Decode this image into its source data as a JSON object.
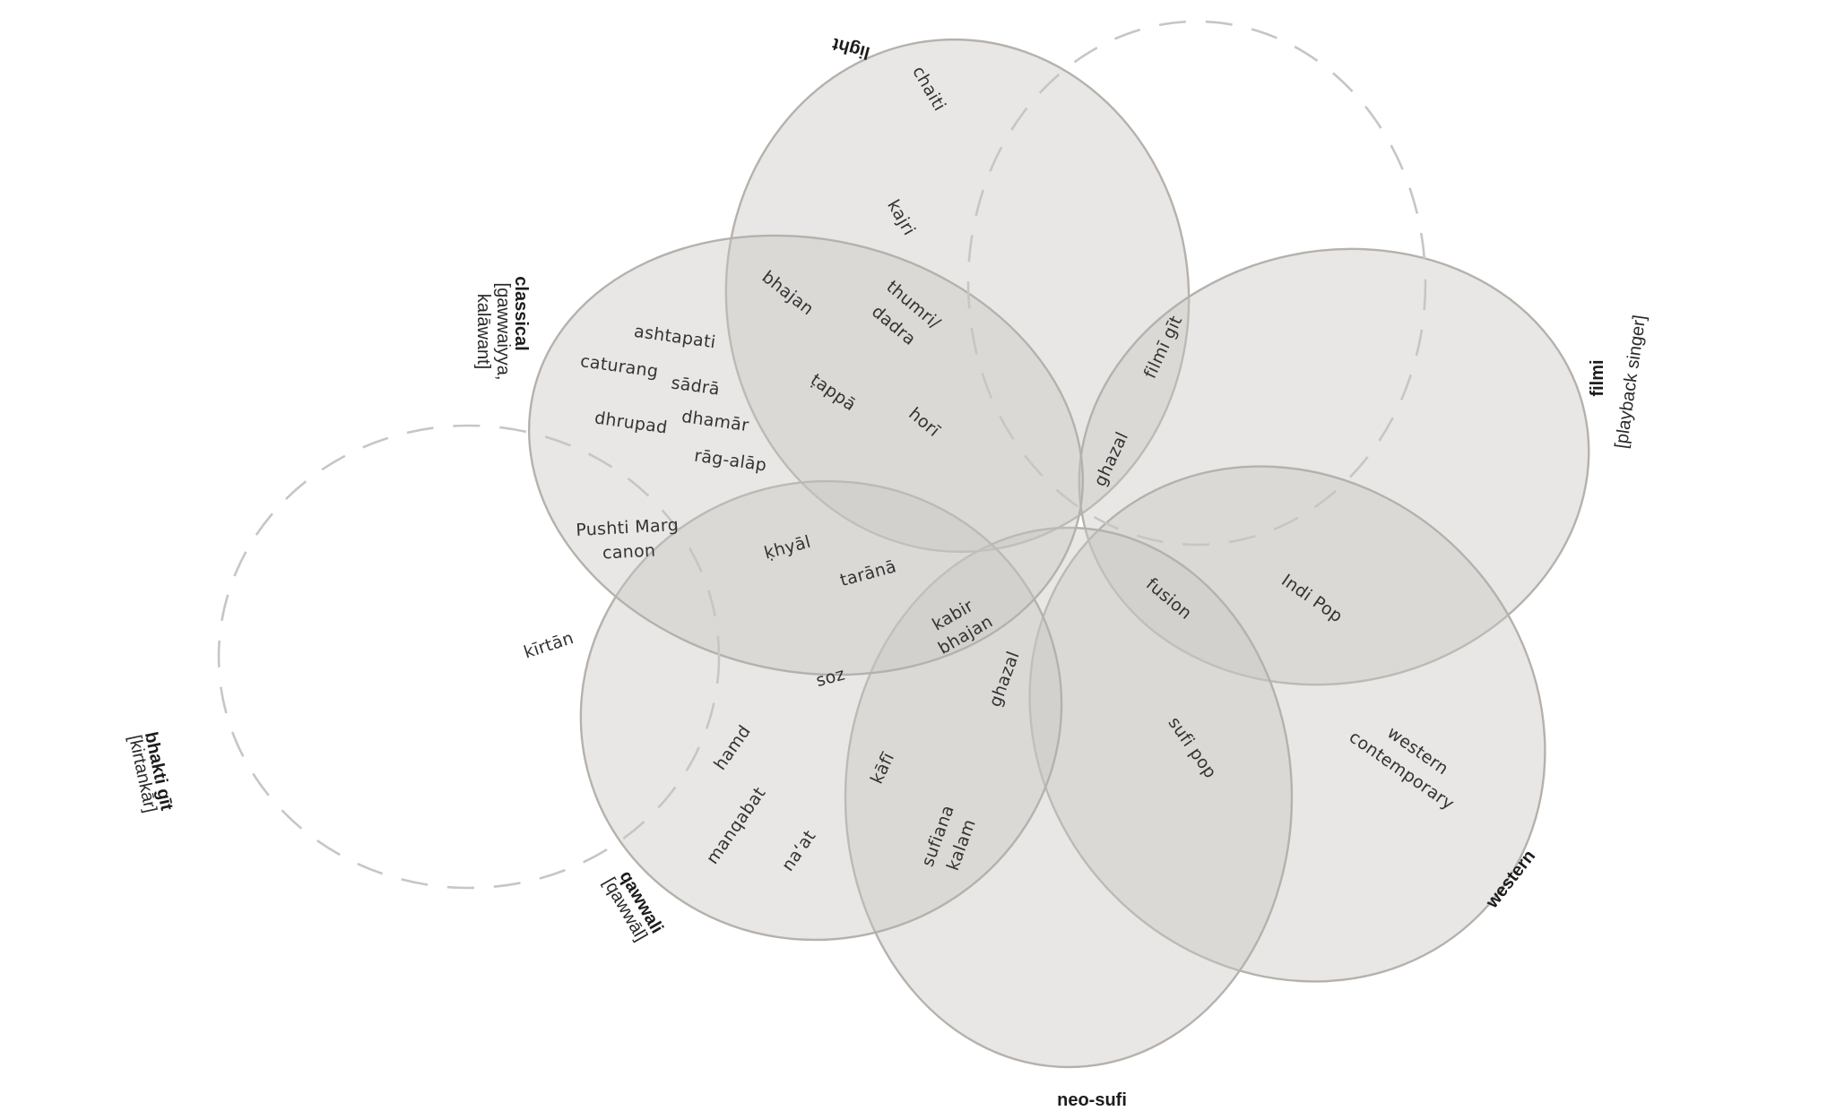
{
  "diagram": {
    "colors": {
      "petal_fill": "#c9c5c0",
      "petal_stroke": "#b5b1ac",
      "dashed_stroke": "#c6c6c6",
      "text": "#333333"
    },
    "categories": [
      {
        "id": "light",
        "name": "light",
        "sub": ""
      },
      {
        "id": "classical",
        "name": "classical",
        "sub": "[gawwaiyya,",
        "sub2": "kalāwant]"
      },
      {
        "id": "filmi",
        "name": "filmi",
        "sub": "[playback singer]"
      },
      {
        "id": "bhakti",
        "name": "bhakti gīt",
        "sub": "[kirtankār]"
      },
      {
        "id": "qawwali",
        "name": "qawwali",
        "sub": "[qawwāl]"
      },
      {
        "id": "western",
        "name": "western",
        "sub": ""
      },
      {
        "id": "neosufi",
        "name": "neo-sufi",
        "sub": ""
      }
    ],
    "genres": {
      "chaiti": "chaiti",
      "kajri": "kajri",
      "bhajan": "bhajan",
      "thumri_1": "thumri/",
      "thumri_2": "dadra",
      "ashtapati": "ashtapati",
      "caturang": "caturang",
      "sadra": "sādrā",
      "dhrupad": "dhrupad",
      "dhamar": "dhamār",
      "tappa": "ṭappā",
      "hori": "horī",
      "rag_alap": "rāg-alāp",
      "filmi_git": "filmī gīt",
      "ghazal_top": "ghazal",
      "pushti_1": "Pushti Marg",
      "pushti_2": "canon",
      "khyal": "ḳhyāl",
      "tarana": "tarānā",
      "kabir_1": "kabir",
      "kabir_2": "bhajan",
      "fusion": "fusion",
      "indi_pop": "Indi Pop",
      "kirtan": "kīrtān",
      "soz": "soz",
      "ghazal_mid": "ghazal",
      "hamd": "hamd",
      "sufi_pop": "sufi pop",
      "western_1": "western",
      "western_2": "contemporary",
      "kafi": "kāfī",
      "manqabat": "manqabat",
      "naat": "na‘at",
      "sufiana_1": "sufiana",
      "sufiana_2": "kalam"
    }
  }
}
